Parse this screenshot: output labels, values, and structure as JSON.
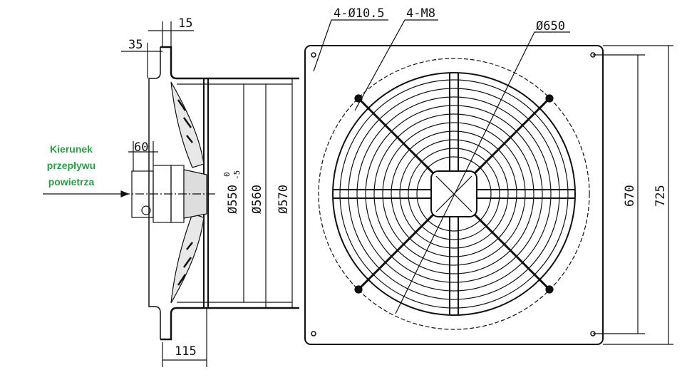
{
  "flow_label": [
    "Kierunek",
    "przepływu",
    "powietrza"
  ],
  "dimensions": {
    "flange_thickness": "15",
    "flange_offset": "35",
    "motor_depth": "60",
    "total_depth": "115",
    "ring_diameter": "Ø550",
    "ring_tol_upper": "0",
    "ring_tol_lower": "-5",
    "inner_diameter": "Ø560",
    "outer_diameter": "Ø570",
    "holes": "4-Ø10.5",
    "threads": "4-M8",
    "bolt_circle": "Ø650",
    "hole_spacing": "670",
    "plate_size": "725"
  },
  "colors": {
    "label": "#2e9a4a",
    "line": "#111111"
  }
}
